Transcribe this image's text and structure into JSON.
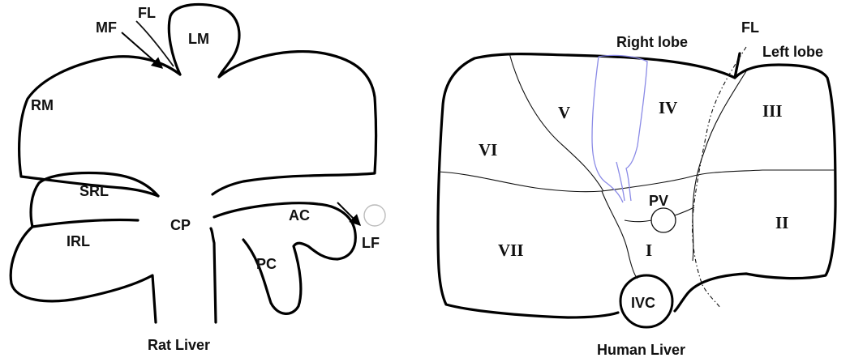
{
  "rat": {
    "caption": "Rat Liver",
    "labels": {
      "fl": "FL",
      "mf": "MF",
      "lm": "LM",
      "rm": "RM",
      "srl": "SRL",
      "irl": "IRL",
      "cp": "CP",
      "ac": "AC",
      "pc": "PC",
      "lf": "LF"
    }
  },
  "human": {
    "caption": "Human Liver",
    "right_lobe": "Right lobe",
    "left_lobe": "Left lobe",
    "fl": "FL",
    "pv": "PV",
    "ivc": "IVC",
    "segments": {
      "s1": "I",
      "s2": "II",
      "s3": "III",
      "s4": "IV",
      "s5": "V",
      "s6": "VI",
      "s7": "VII"
    }
  },
  "colors": {
    "outline": "#000000",
    "gallbladder": "#8a8ae6",
    "faint_circle": "#bbbbbb"
  }
}
